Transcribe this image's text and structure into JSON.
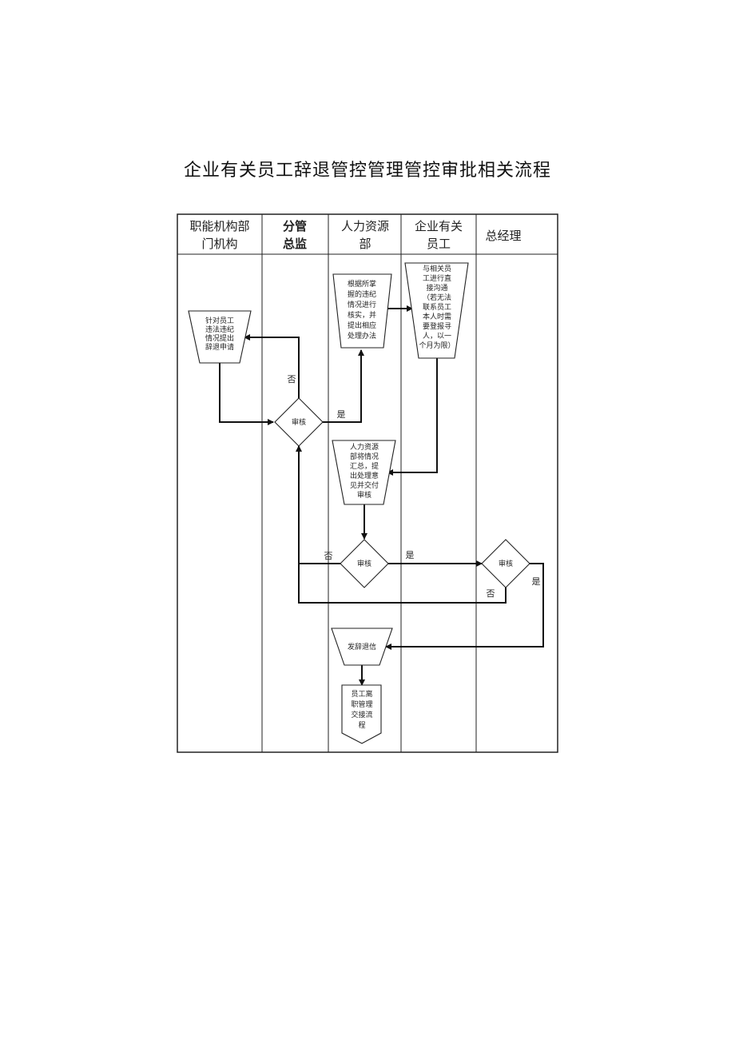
{
  "title": "企业有关员工辞退管控管理管控审批相关流程",
  "lanes": [
    {
      "line1": "职能机构部",
      "line2": "门机构",
      "bold": false
    },
    {
      "line1": "分管",
      "line2": "总监",
      "bold": true
    },
    {
      "line1": "人力资源",
      "line2": "部",
      "bold": false
    },
    {
      "line1": "企业有关",
      "line2": "员工",
      "bold": false
    },
    {
      "line1": "总经理",
      "line2": "",
      "bold": false
    }
  ],
  "nodes": {
    "dept_request": [
      "针对员工",
      "违法违纪",
      "情况提出",
      "辞退申请"
    ],
    "review1": [
      "审核"
    ],
    "hr_verify": [
      "根据所掌",
      "握的违纪",
      "情况进行",
      "核实，并",
      "提出相应",
      "处理办法"
    ],
    "employee_comm": [
      "与相关员",
      "工进行直",
      "接沟通",
      "（若无法",
      "联系员工",
      "本人时需",
      "要登报寻",
      "人，以一",
      "个月为限）"
    ],
    "hr_summary": [
      "人力资源",
      "部将情况",
      "汇总，提",
      "出处理意",
      "见并交付",
      "审核"
    ],
    "review2": [
      "审核"
    ],
    "review3": [
      "审核"
    ],
    "dismiss_letter": [
      "发辞退信"
    ],
    "handover": [
      "员工离",
      "职管理",
      "交接流",
      "程"
    ]
  },
  "edge_labels": {
    "no1": "否",
    "yes1": "是",
    "no2": "否",
    "yes2": "是",
    "no3": "否",
    "yes3": "是"
  }
}
